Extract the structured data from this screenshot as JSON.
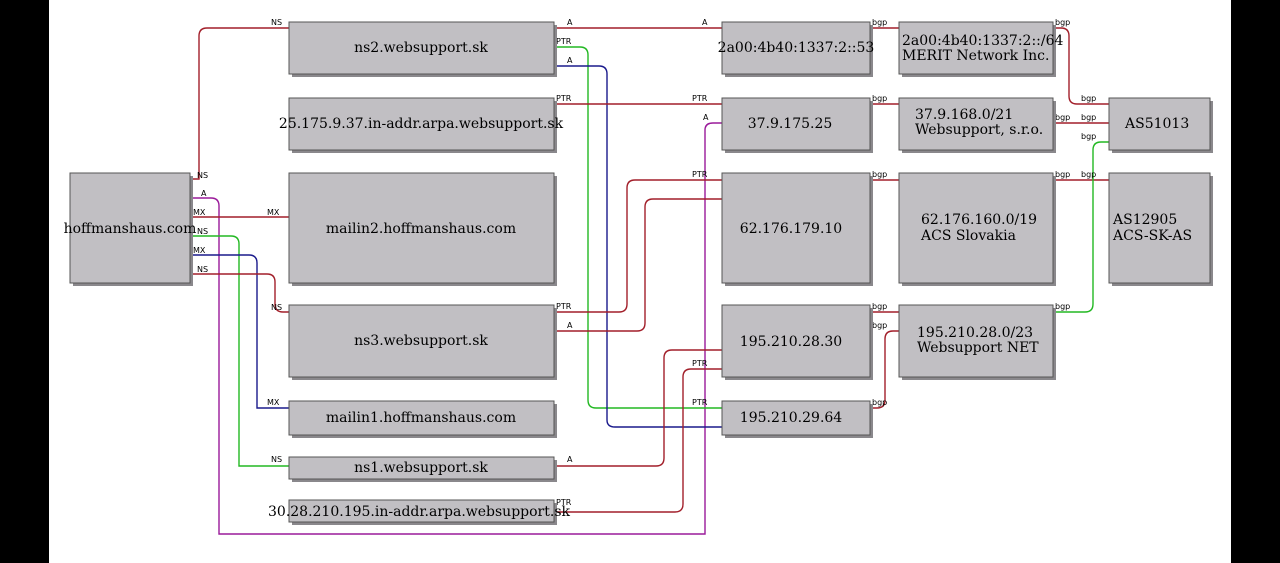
{
  "diagram": {
    "colors": {
      "red": "#a21f2a",
      "green": "#22b822",
      "blue": "#1a1a8c",
      "purple": "#9a1a9a",
      "node_fill": "#c1bfc3"
    },
    "nodes": {
      "hoffmanshaus": [
        "hoffmanshaus.com"
      ],
      "ns2": [
        "ns2.websupport.sk"
      ],
      "rev25": [
        "25.175.9.37.in-addr.arpa.websupport.sk"
      ],
      "mailin2": [
        "mailin2.hoffmanshaus.com"
      ],
      "ns3": [
        "ns3.websupport.sk"
      ],
      "mailin1": [
        "mailin1.hoffmanshaus.com"
      ],
      "ns1": [
        "ns1.websupport.sk"
      ],
      "rev30": [
        "30.28.210.195.in-addr.arpa.websupport.sk"
      ],
      "ip6": [
        "2a00:4b40:1337:2::53"
      ],
      "ip37": [
        "37.9.175.25"
      ],
      "ip62": [
        "62.176.179.10"
      ],
      "ip195_30": [
        "195.210.28.30"
      ],
      "ip195_64": [
        "195.210.29.64"
      ],
      "net6": [
        "2a00:4b40:1337:2::/64",
        "MERIT Network Inc."
      ],
      "net37": [
        "37.9.168.0/21",
        "Websupport, s.r.o."
      ],
      "net62": [
        "62.176.160.0/19",
        "ACS Slovakia"
      ],
      "net195": [
        "195.210.28.0/23",
        "Websupport NET"
      ],
      "as51013": [
        "AS51013"
      ],
      "as12905": [
        "AS12905",
        "ACS-SK-AS"
      ]
    },
    "edge_labels": {
      "ns": "NS",
      "a": "A",
      "mx": "MX",
      "ptr": "PTR",
      "bgp": "bgp"
    }
  }
}
